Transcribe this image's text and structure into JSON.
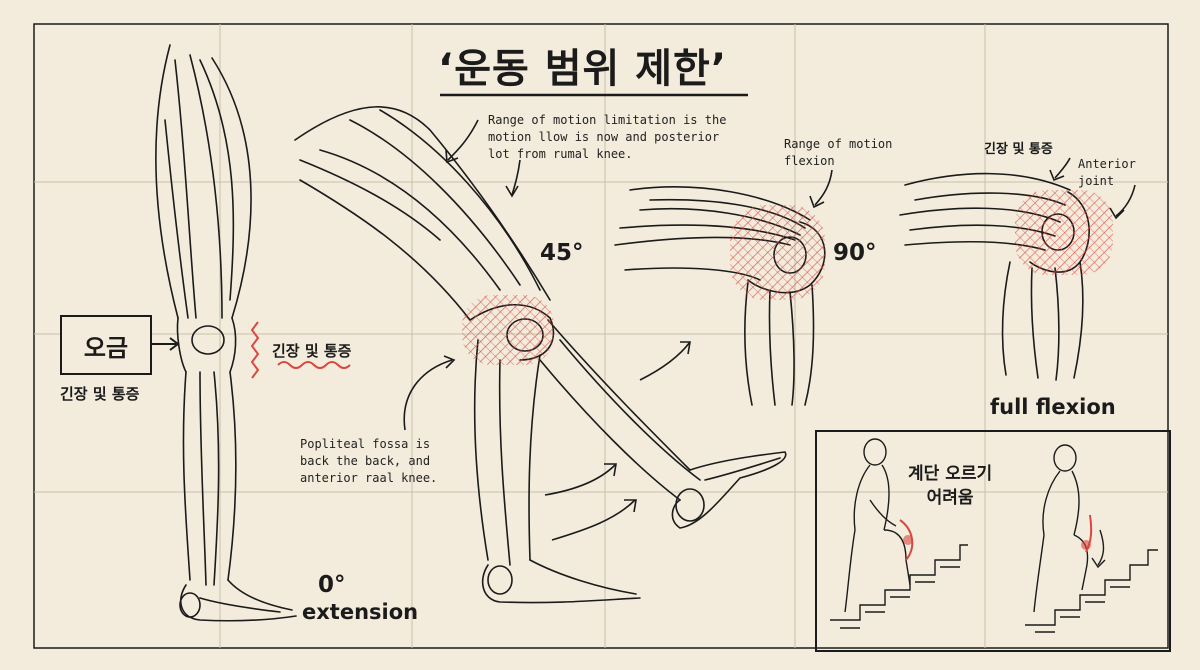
{
  "title": "‘운동 범위 제한’",
  "left_panel": {
    "box_label": "오금",
    "box_caption": "긴장 및 통증",
    "tension_label": "긴장 및 통증",
    "angle": "0°",
    "state": "extension"
  },
  "middle_panel": {
    "angle": "45°",
    "note_top": "Range of motion limitation is the\nmotion llow is now and posterior\nlot from rumal knee.",
    "note_bottom": "Popliteal fossa is\nback the back, and\nanterior raal knee."
  },
  "flexion_panel": {
    "note": "Range of motion\nflexion",
    "angle": "90°"
  },
  "full_flexion_panel": {
    "tension_label": "긴장 및 통증",
    "note": "Anterior\njoint",
    "state": "full flexion"
  },
  "inset_panel": {
    "caption": "계단 오르기\n어려움"
  },
  "colors": {
    "paper": "#f3ecdc",
    "ink": "#1b1b1b",
    "pain_red": "#d9473f",
    "grid": "#c9bfa9"
  }
}
